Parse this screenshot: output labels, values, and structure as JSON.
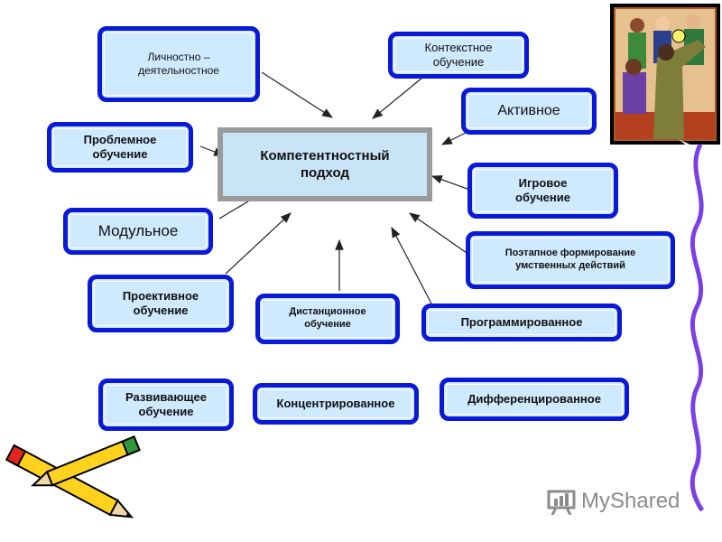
{
  "diagram": {
    "center": "Компетентностный подход",
    "items": {
      "lichnostno": "Личностно – деятельностное",
      "kontekst": "Контекстное обучение",
      "aktivnoe": "Активное",
      "problem": "Проблемное обучение",
      "igrovoe": "Игровое обучение",
      "modulnoe": "Модульное",
      "poetapnoe": "Поэтапное формирование умственных действий",
      "proektivnoe": "Проективное обучение",
      "distance": "Дистанционное обучение",
      "program": "Программированное",
      "razvivayuschee": "Развивающее обучение",
      "koncentr": "Концентрированное",
      "differ": "Дифференцированное"
    }
  },
  "logo": {
    "text": "MyShared"
  },
  "colors": {
    "box_fill": "#cfe9ff",
    "box_border": "#0a19d6",
    "center_border": "#9a9a9a",
    "accent_curve": "#7b3fe4"
  },
  "icons": {
    "clipart": "people-discussion-icon",
    "pencils": "pencils-icon",
    "logo": "myshared-logo-icon"
  }
}
